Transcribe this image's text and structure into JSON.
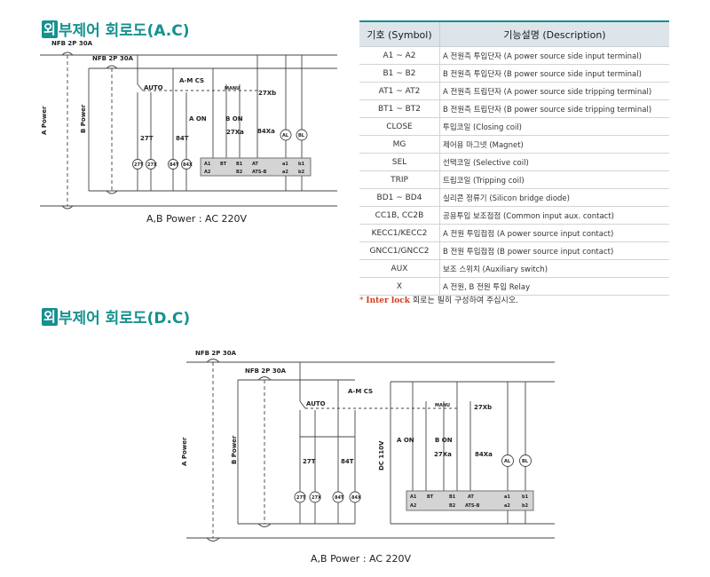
{
  "ac_heading": {
    "mark": "외",
    "text": "부제어 회로도(A.C)"
  },
  "dc_heading": {
    "mark": "외",
    "text": "부제어 회로도(D.C)"
  },
  "ac_diagram": {
    "nfb_a": "NFB 2P 30A",
    "nfb_b": "NFB 2P 30A",
    "a_power": "A Power",
    "b_power": "B Power",
    "auto": "AUTO",
    "amcs": "A-M CS",
    "manu": "MANU",
    "x27xb": "27Xb",
    "aon": "A ON",
    "bon": "B ON",
    "x27xa": "27Xa",
    "x84xa": "84Xa",
    "t27": "27T",
    "t84": "84T",
    "al": "AL",
    "bl": "BL",
    "c27t": "27T",
    "c27x": "27X",
    "c84t": "84T",
    "c84x": "84X",
    "term_top": [
      "A1",
      "BT",
      "B1",
      "AT",
      "a1",
      "b1"
    ],
    "term_bottom": [
      "A2",
      "B2",
      "ATS-B",
      "a2",
      "b2"
    ],
    "caption": "A,B Power : AC 220V"
  },
  "dc_diagram": {
    "nfb_a": "NFB 2P 30A",
    "nfb_b": "NFB 2P 30A",
    "a_power": "A Power",
    "b_power": "B Power",
    "auto": "AUTO",
    "amcs": "A-M CS",
    "dc110": "DC 110V",
    "manu": "MANU",
    "x27xb": "27Xb",
    "aon": "A ON",
    "bon": "B ON",
    "x27xa": "27Xa",
    "x84xa": "84Xa",
    "t27": "27T",
    "t84": "84T",
    "al": "AL",
    "bl": "BL",
    "c27t": "27T",
    "c27x": "27X",
    "c84t": "84T",
    "c84x": "84X",
    "term_top": [
      "A1",
      "BT",
      "B1",
      "AT",
      "a1",
      "b1"
    ],
    "term_bottom": [
      "A2",
      "B2",
      "ATS-B",
      "a2",
      "b2"
    ],
    "caption": "A,B Power : AC 220V"
  },
  "legend": {
    "header_symbol": "기호 (Symbol)",
    "header_desc": "기능설명 (Description)",
    "rows": [
      {
        "symbol": "A1 ~ A2",
        "desc": "A 전원측 투입단자 (A power source side input terminal)"
      },
      {
        "symbol": "B1 ~ B2",
        "desc": "B 전원측 투입단자 (B power source side input terminal)"
      },
      {
        "symbol": "AT1 ~ AT2",
        "desc": "A 전원측 트립단자 (A power source side tripping terminal)"
      },
      {
        "symbol": "BT1 ~ BT2",
        "desc": "B 전원측 트립단자 (B power source side tripping terminal)"
      },
      {
        "symbol": "CLOSE",
        "desc": "투입코일 (Closing coil)"
      },
      {
        "symbol": "MG",
        "desc": "제어용 마그넷 (Magnet)"
      },
      {
        "symbol": "SEL",
        "desc": "선택코일 (Selective coil)"
      },
      {
        "symbol": "TRIP",
        "desc": "트립코일 (Tripping coil)"
      },
      {
        "symbol": "BD1 ~ BD4",
        "desc": "실리콘 정류기 (Silicon bridge diode)"
      },
      {
        "symbol": "CC1B, CC2B",
        "desc": "공용투입 보조접점 (Common input aux. contact)"
      },
      {
        "symbol": "KECC1/KECC2",
        "desc": "A 전원 투입접점 (A power source input contact)"
      },
      {
        "symbol": "GNCC1/GNCC2",
        "desc": "B 전원 투입접점 (B power source input contact)"
      },
      {
        "symbol": "AUX",
        "desc": "보조 스위치 (Auxiliary switch)"
      },
      {
        "symbol": "X",
        "desc": "A 전원, B 전원 투입 Relay"
      }
    ]
  },
  "note": {
    "star": "*",
    "highlight": "Inter lock",
    "text": " 회로는 필히 구성하여 주십시오."
  },
  "colors": {
    "accent": "#15918f",
    "header_bg": "#dde5ea",
    "terminal_block": "#d4d4d4",
    "note_red": "#d23a1f"
  }
}
